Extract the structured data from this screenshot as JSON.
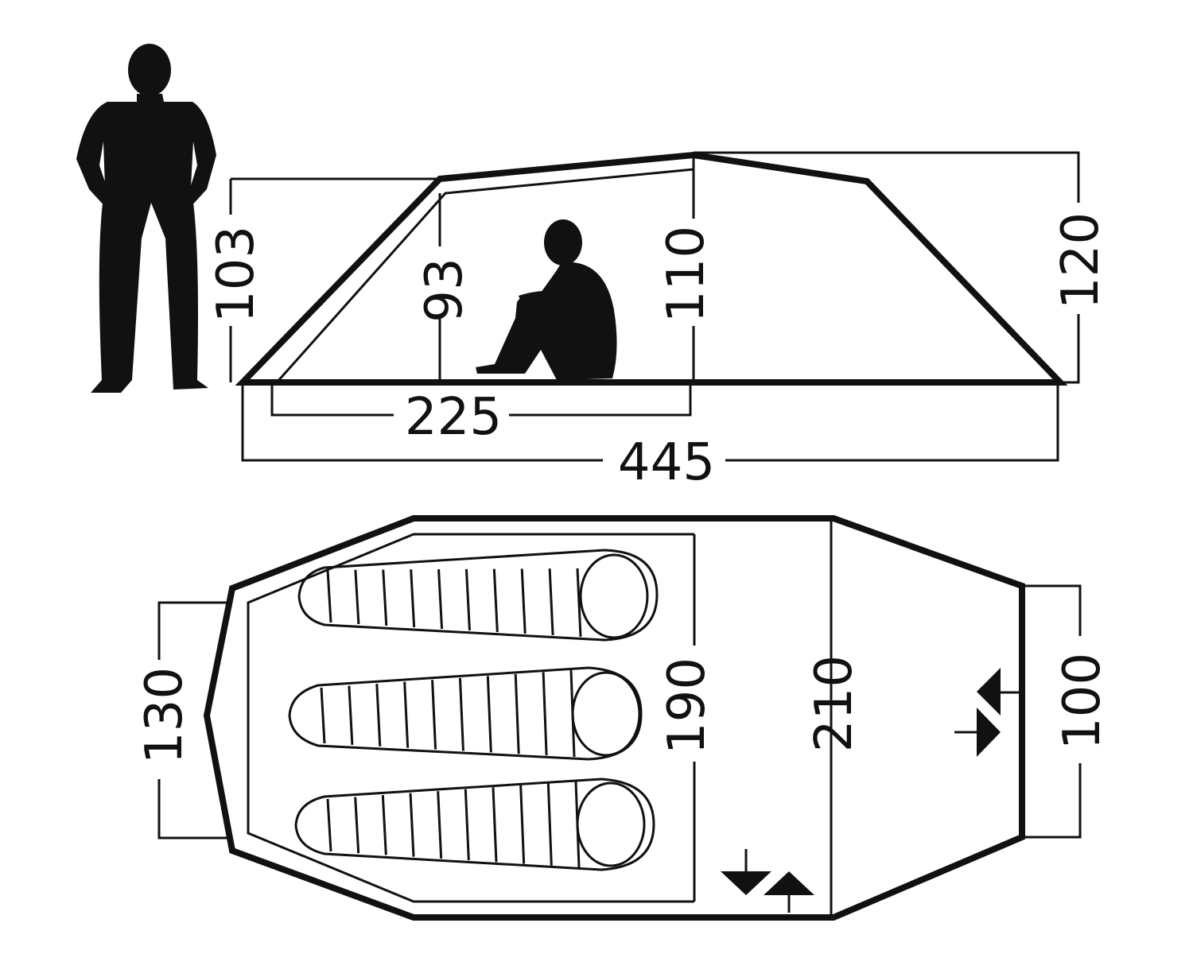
{
  "colors": {
    "ink": "#111111",
    "background": "#ffffff"
  },
  "side_view": {
    "height_rear": "103",
    "height_inner_rear": "93",
    "height_inner_front": "110",
    "height_max": "120",
    "inner_length": "225",
    "total_length": "445"
  },
  "floor_plan": {
    "width_rear": "130",
    "inner_tent_length": "190",
    "vestibule_width": "210",
    "width_front": "100"
  },
  "icons": {
    "person": "standing-person-silhouette-icon",
    "sitting_person": "sitting-person-silhouette-icon",
    "sleeping_bag": "sleeping-bag-icon",
    "entrance_arrows": "entrance-arrows-icon"
  }
}
